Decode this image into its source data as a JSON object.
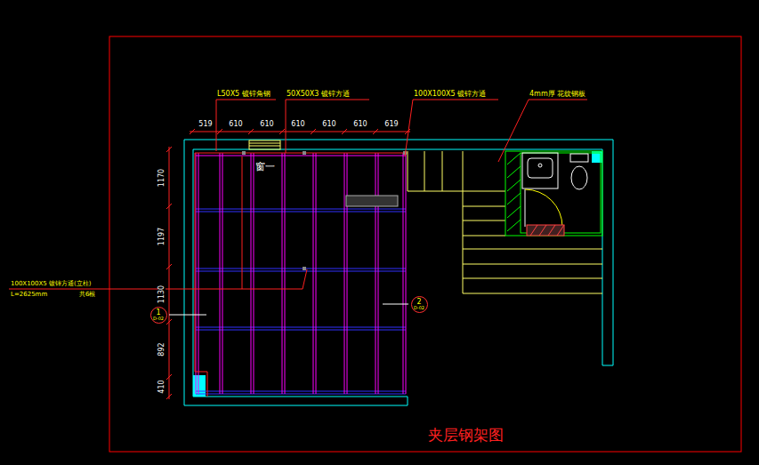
{
  "diagram": {
    "title": "夹层钢架图",
    "nodes": [
      {
        "text": [
          "1",
          "D-02"
        ]
      },
      {
        "text": [
          "2",
          "D-02"
        ]
      }
    ],
    "labels": [
      "L50X5 镀锌角钢",
      "50X50X3 镀锌方通",
      "100X100X5 镀锌方通",
      "4mm厚 花纹钢板",
      "519",
      "610",
      "610",
      "610",
      "610",
      "610",
      "619",
      "1170",
      "1197",
      "1130",
      "892",
      "410",
      "100X100X5 镀锌方通(立柱)",
      "L=2625mm",
      "共6根",
      "窗一"
    ]
  }
}
